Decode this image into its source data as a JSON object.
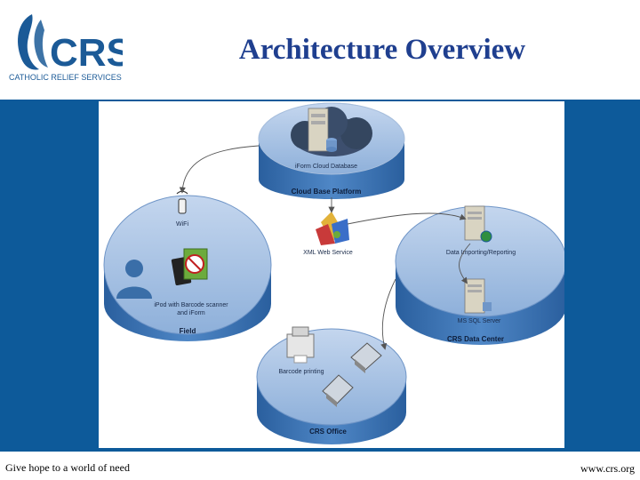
{
  "header": {
    "logo_text": "CRS",
    "logo_subtitle": "CATHOLIC RELIEF SERVICES",
    "title": "Architecture Overview"
  },
  "colors": {
    "title": "#1f3f8f",
    "band": "#0d5a9a",
    "disk_top": "#a9c2e2",
    "disk_side": "#3f78b9",
    "logo": "#1b5a97"
  },
  "diagram": {
    "cloud": {
      "caption": "iForm Cloud Database",
      "label": "Cloud Base Platform"
    },
    "field": {
      "wifi": "WiFi",
      "ipod": "iPod with Barcode scanner",
      "ipod2": "and iForm",
      "label": "Field"
    },
    "xml": "XML Web Service",
    "datacenter": {
      "reporting": "Data Importing/Reporting",
      "sql": "MS SQL Server",
      "label": "CRS Data Center"
    },
    "office": {
      "printing": "Barcode printing",
      "label": "CRS Office"
    }
  },
  "footer": {
    "tagline": "Give hope to a world of need",
    "url": "www.crs.org"
  }
}
